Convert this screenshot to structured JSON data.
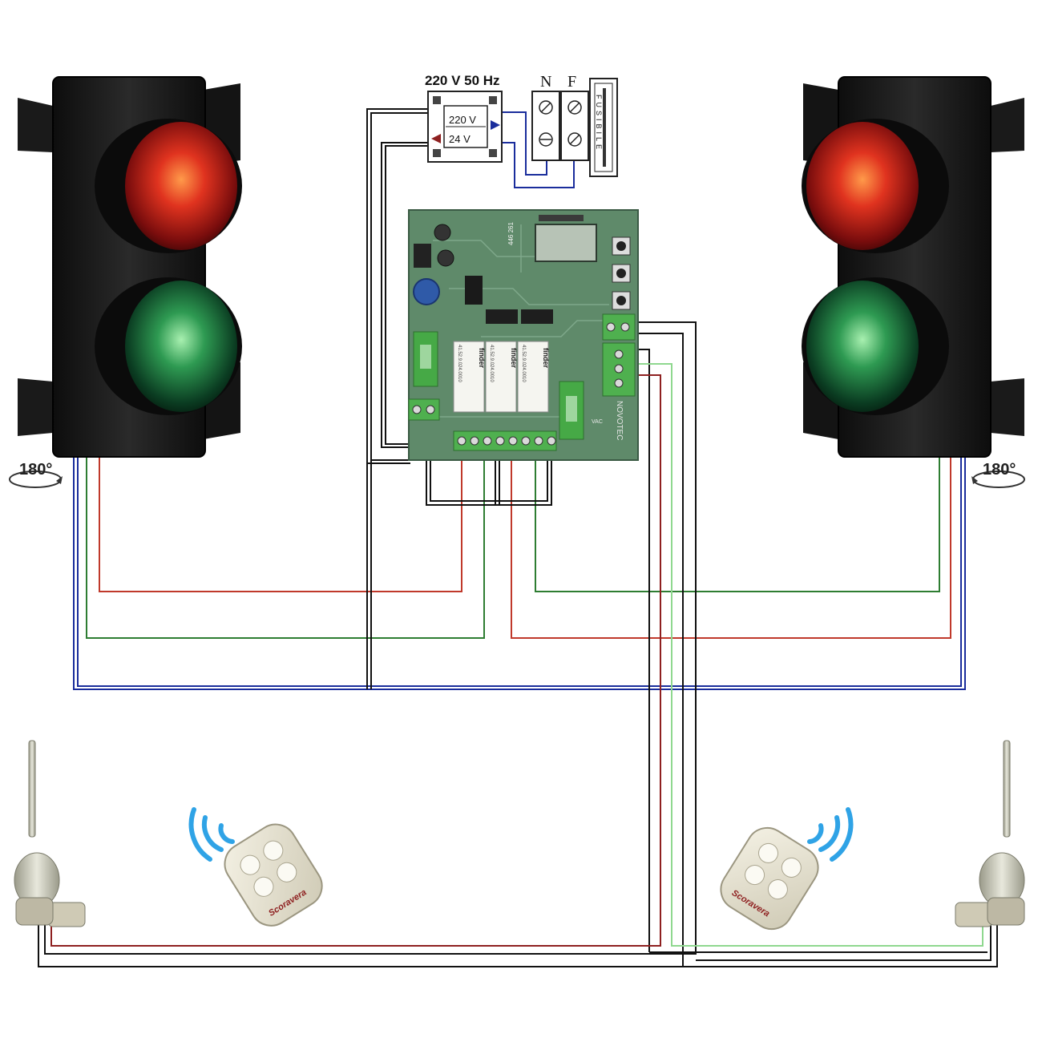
{
  "power": {
    "supply_label": "220 V 50 Hz",
    "transformer_in": "220 V",
    "transformer_out": "24 V",
    "neutral_label": "N",
    "phase_label": "F",
    "fuse_label": "FUSIBILE"
  },
  "traffic_lights": {
    "left_rotation": "180°",
    "right_rotation": "180°"
  },
  "board": {
    "relay_brand": "finder",
    "relay_code": "41.52.9.024.0010",
    "board_code": "446 261",
    "board_maker": "NOVOTEC",
    "vac_label": "VAC"
  },
  "remotes": {
    "brand": "Scoravera"
  },
  "colors": {
    "wire_red": "#c0392b",
    "wire_green": "#2e7d32",
    "wire_light_green": "#8fd88f",
    "wire_blue": "#1a2d9c",
    "wire_black": "#111111",
    "pcb": "#5f8a6a",
    "terminal": "#4fb04f"
  }
}
